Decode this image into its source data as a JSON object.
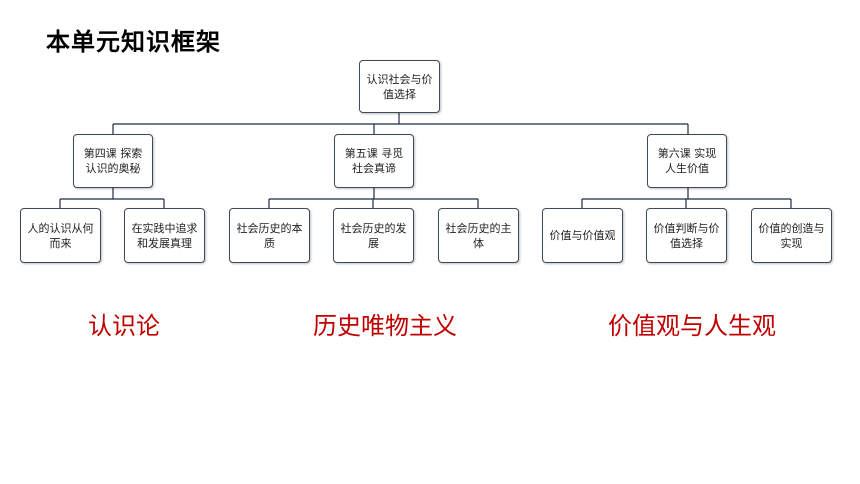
{
  "title": "本单元知识框架",
  "root": {
    "label": "认识社会与价值选择"
  },
  "lessons": [
    {
      "label": "第四课 探索认识的奥秘"
    },
    {
      "label": "第五课 寻觅社会真谛"
    },
    {
      "label": "第六课 实现人生价值"
    }
  ],
  "topics": [
    {
      "label": "人的认识从何而来"
    },
    {
      "label": "在实践中追求和发展真理"
    },
    {
      "label": "社会历史的本质"
    },
    {
      "label": "社会历史的发展"
    },
    {
      "label": "社会历史的主体"
    },
    {
      "label": "价值与价值观"
    },
    {
      "label": "价值判断与价值选择"
    },
    {
      "label": "价值的创造与实现"
    }
  ],
  "categories": [
    {
      "label": "认识论"
    },
    {
      "label": "历史唯物主义"
    },
    {
      "label": "价值观与人生观"
    }
  ],
  "colors": {
    "category": "#c00000",
    "border": "#404a55",
    "line": "#1f2a44"
  }
}
